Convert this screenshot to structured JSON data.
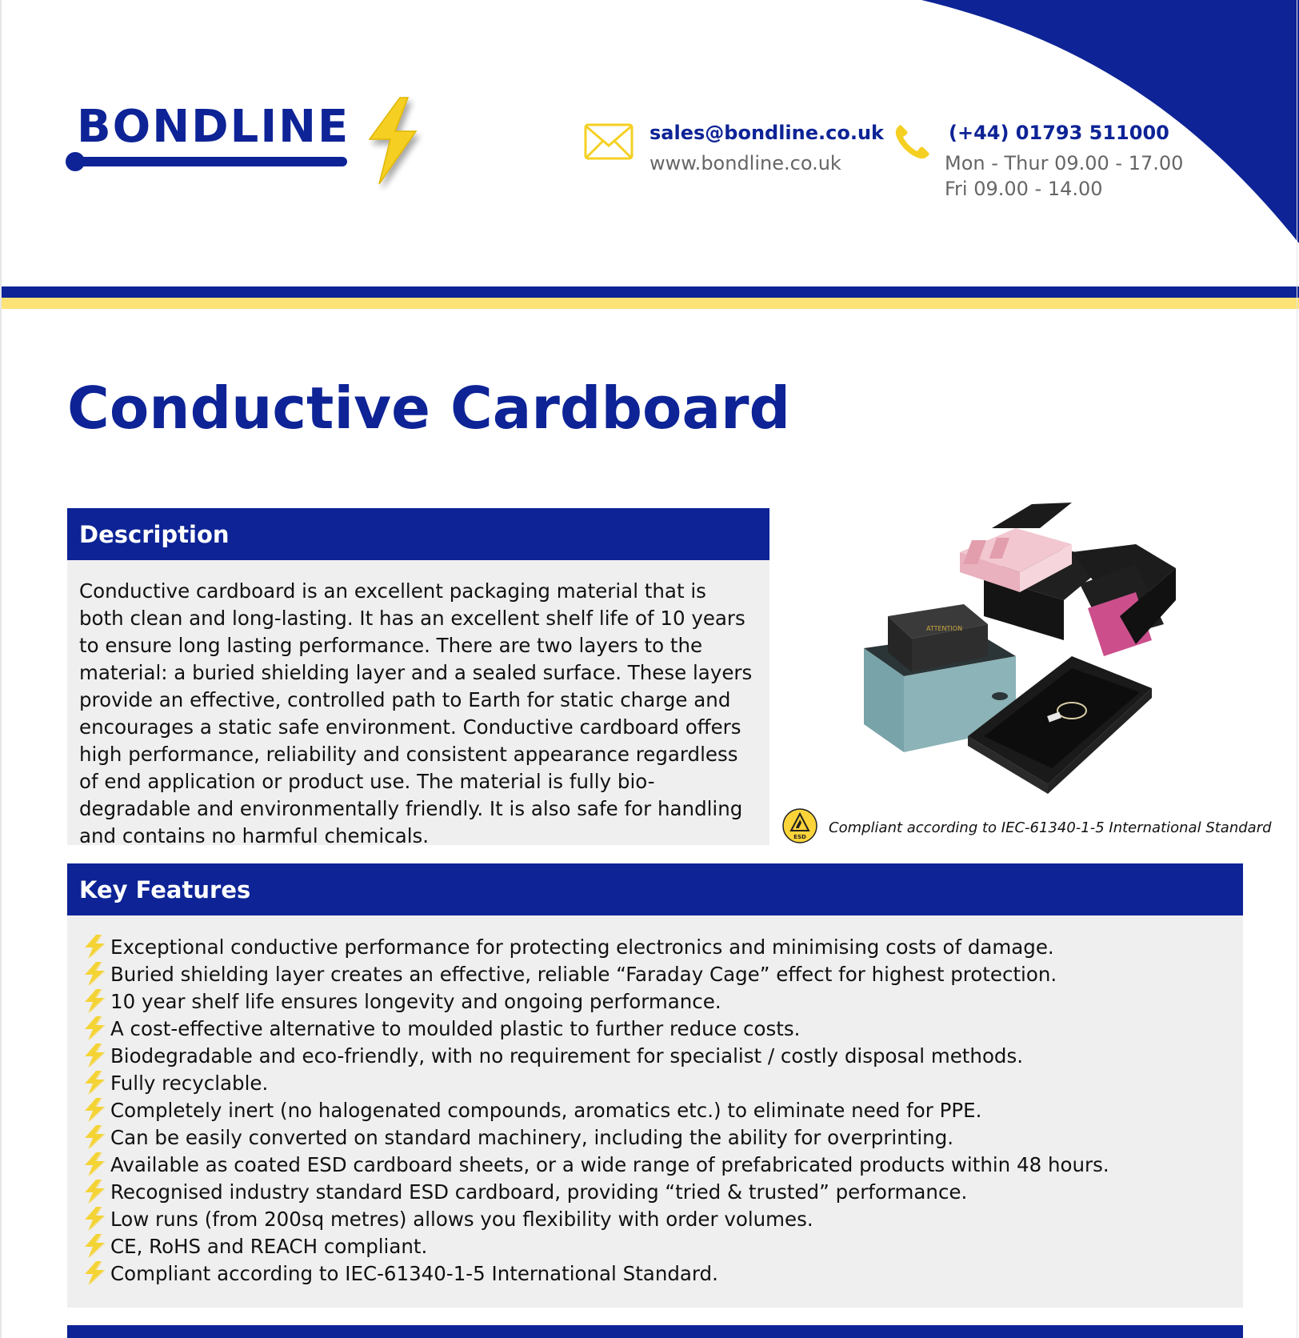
{
  "brand": {
    "name": "BONDLINE",
    "blue": "#0d2396",
    "yellow": "#fde277",
    "bolt_color": "#f5d023"
  },
  "contact": {
    "email": "sales@bondline.co.uk",
    "website": "www.bondline.co.uk",
    "phone": "(+44) 01793 511000",
    "hours_weekday": "Mon - Thur 09.00 - 17.00",
    "hours_friday": "Fri 09.00 - 14.00",
    "email_icon": "envelope-icon",
    "phone_icon": "phone-icon"
  },
  "title": "Conductive Cardboard",
  "description": {
    "heading": "Description",
    "text": "Conductive cardboard is an excellent packaging material that is both clean and long-lasting. It has an excellent shelf life of 10 years to ensure long lasting performance. There are two layers to the material: a buried shielding layer and a sealed surface. These layers provide an effective, controlled path to Earth for static charge and encourages a static safe environment. Conductive cardboard offers high performance, reliability and consistent appearance regardless of end application or product use. The material is fully bio-degradable and environmentally friendly. It is also safe for handling and contains no harmful chemicals."
  },
  "product_image": {
    "icon": "conductive-cardboard-boxes-image",
    "box_label": "ATTENTION"
  },
  "compliance": {
    "badge": "ESD",
    "text": "Compliant according to IEC-61340-1-5 International Standard"
  },
  "features": {
    "heading": "Key Features",
    "bullet_icon": "lightning-bolt-icon",
    "items": [
      "Exceptional conductive performance for protecting electronics and minimising costs of damage.",
      "Buried shielding layer creates an effective, reliable “Faraday Cage” effect for highest protection.",
      "10 year shelf life ensures longevity and ongoing performance.",
      "A cost-effective alternative to moulded plastic to further reduce costs.",
      "Biodegradable and eco-friendly, with no requirement for specialist / costly disposal methods.",
      "Fully recyclable.",
      "Completely inert (no halogenated compounds, aromatics etc.) to eliminate need for PPE.",
      "Can be easily converted on standard machinery, including the ability for overprinting.",
      "Available as coated ESD cardboard sheets, or a wide range of prefabricated products within 48 hours.",
      "Recognised industry standard ESD cardboard, providing “tried & trusted” performance.",
      "Low runs (from 200sq metres) allows you flexibility with order volumes.",
      "CE, RoHS and REACH compliant.",
      "Compliant according to IEC-61340-1-5 International Standard."
    ]
  }
}
